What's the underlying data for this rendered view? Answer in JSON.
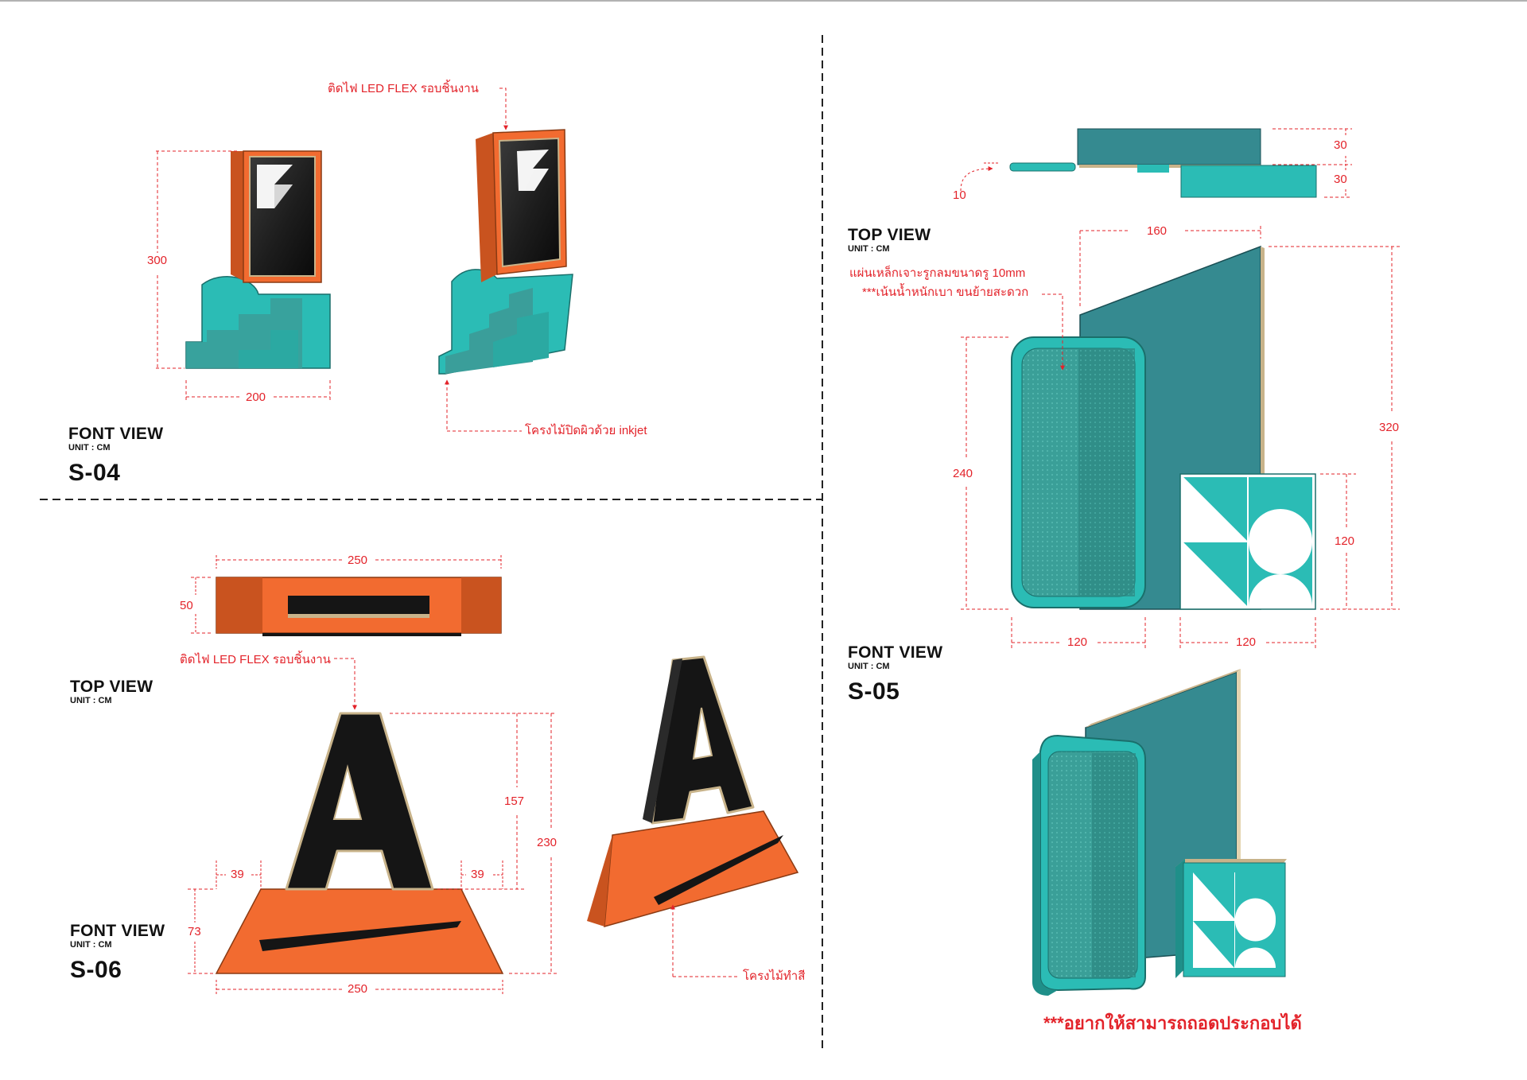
{
  "s04": {
    "view_title": "FONT VIEW",
    "unit": "UNIT : CM",
    "code": "S-04",
    "dim_height": "300",
    "dim_width": "200",
    "note_led": "ติดไฟ LED FLEX รอบชิ้นงาน",
    "note_inkjet": "โครงไม้ปิดผิวด้วย inkjet"
  },
  "s05": {
    "top_view_title": "TOP VIEW",
    "top_unit": "UNIT : CM",
    "front_view_title": "FONT VIEW",
    "front_unit": "UNIT : CM",
    "code": "S-05",
    "dim_top_10": "10",
    "dim_top_30a": "30",
    "dim_top_30b": "30",
    "dim_160": "160",
    "dim_320": "320",
    "dim_240": "240",
    "dim_120_right": "120",
    "dim_120_left_bottom": "120",
    "dim_120_right_bottom": "120",
    "note_steel": "แผ่นเหล็กเจาะรูกลมขนาดรู 10mm",
    "note_weight": "***เน้นน้ำหนักเบา ขนย้ายสะดวก",
    "note_assembly": "***อยากให้สามารถถอดประกอบได้"
  },
  "s06": {
    "top_view_title": "TOP VIEW",
    "top_unit": "UNIT : CM",
    "front_view_title": "FONT VIEW",
    "front_unit": "UNIT : CM",
    "code": "S-06",
    "dim_top_250": "250",
    "dim_top_50": "50",
    "dim_157": "157",
    "dim_230": "230",
    "dim_39_left": "39",
    "dim_39_right": "39",
    "dim_73": "73",
    "dim_bottom_250": "250",
    "letter": "A",
    "note_led": "ติดไฟ LED FLEX รอบชิ้นงาน",
    "note_wood": "โครงไม้ทำสี"
  },
  "colors": {
    "orange": "#f26b30",
    "orange_dark": "#c9531f",
    "teal": "#2bbcb5",
    "teal_dark": "#358a90",
    "dim_red": "#e3232a",
    "black": "#151515"
  }
}
